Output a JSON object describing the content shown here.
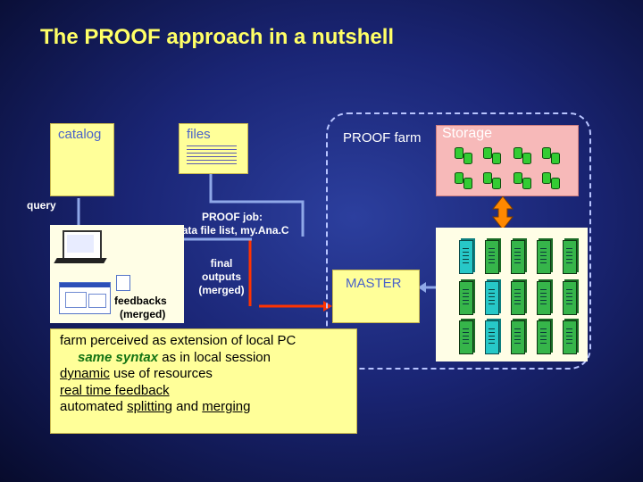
{
  "title": "The PROOF approach in a nutshell",
  "labels": {
    "catalog": "catalog",
    "files": "files",
    "query": "query",
    "proof_job_line1": "PROOF job:",
    "proof_job_line2": "data file list, my.Ana.C",
    "final_line1": "final",
    "final_line2": "outputs",
    "final_line3": "(merged)",
    "feedbacks_line1": "feedbacks",
    "feedbacks_line2": "(merged)",
    "proof_farm": "PROOF farm",
    "storage": "Storage",
    "master": "MASTER"
  },
  "notes": {
    "line1": "farm perceived as extension of local PC",
    "line2_em": "same syntax",
    "line2_rest": " as in local session",
    "line3_u": "dynamic",
    "line3_rest": " use of resources",
    "line4": "real time feedback",
    "line5_a": "automated ",
    "line5_u1": "splitting",
    "line5_b": " and ",
    "line5_u2": "merging"
  },
  "colors": {
    "title": "#ffff66",
    "box_fill": "#ffff99",
    "storage_fill": "#f7b9b9",
    "red_line": "#ff3300",
    "blue_line": "#8fa8e8",
    "arrow_orange": "#ff8800"
  }
}
